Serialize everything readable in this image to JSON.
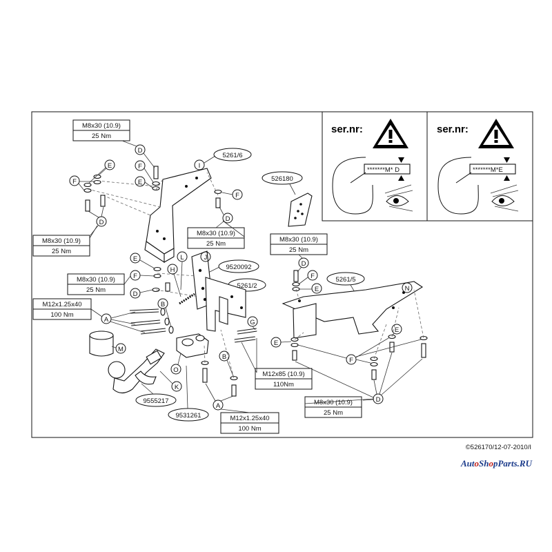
{
  "warning_panels": [
    {
      "ser_label": "ser.nr:",
      "code": "*******M* D"
    },
    {
      "ser_label": "ser.nr:",
      "code": "*******M*E"
    }
  ],
  "spec_boxes": {
    "top_left": {
      "line1": "M8x30 (10.9)",
      "line2": "25 Nm"
    },
    "left_mid": {
      "line1": "M8x30 (10.9)",
      "line2": "25 Nm"
    },
    "center_bracket": {
      "line1": "M8x30 (10.9)",
      "line2": "25 Nm"
    },
    "left_lower": {
      "line1": "M8x30 (10.9)",
      "line2": "25 Nm"
    },
    "left_bolt": {
      "line1": "M12x1.25x40",
      "line2": "100 Nm"
    },
    "right_top": {
      "line1": "M8x30 (10.9)",
      "line2": "25 Nm"
    },
    "right_bolt": {
      "line1": "M12x85 (10.9)",
      "line2": "110Nm"
    },
    "bottom_center": {
      "line1": "M12x1.25x40",
      "line2": "100 Nm"
    },
    "bottom_right": {
      "line1": "M8x30 (10.9)",
      "line2": "25 Nm"
    }
  },
  "part_numbers": {
    "p5261_6": "5261/6",
    "p526180": "526180",
    "p9520092": "9520092",
    "p5261_2": "5261/2",
    "p5261_5": "5261/5",
    "p9555217": "9555217",
    "p9531261": "9531261"
  },
  "letters": {
    "A": "A",
    "B": "B",
    "D": "D",
    "E": "E",
    "F": "F",
    "G": "G",
    "H": "H",
    "I": "I",
    "J": "J",
    "K": "K",
    "L": "L",
    "M": "M",
    "N": "N",
    "O": "O"
  },
  "footer": {
    "copyright": "©526170/12-07-2010/I",
    "brand_part1": "Aut",
    "brand_o": "o",
    "brand_part2": "Sh",
    "brand_o2": "o",
    "brand_part3": "pParts.RU"
  }
}
